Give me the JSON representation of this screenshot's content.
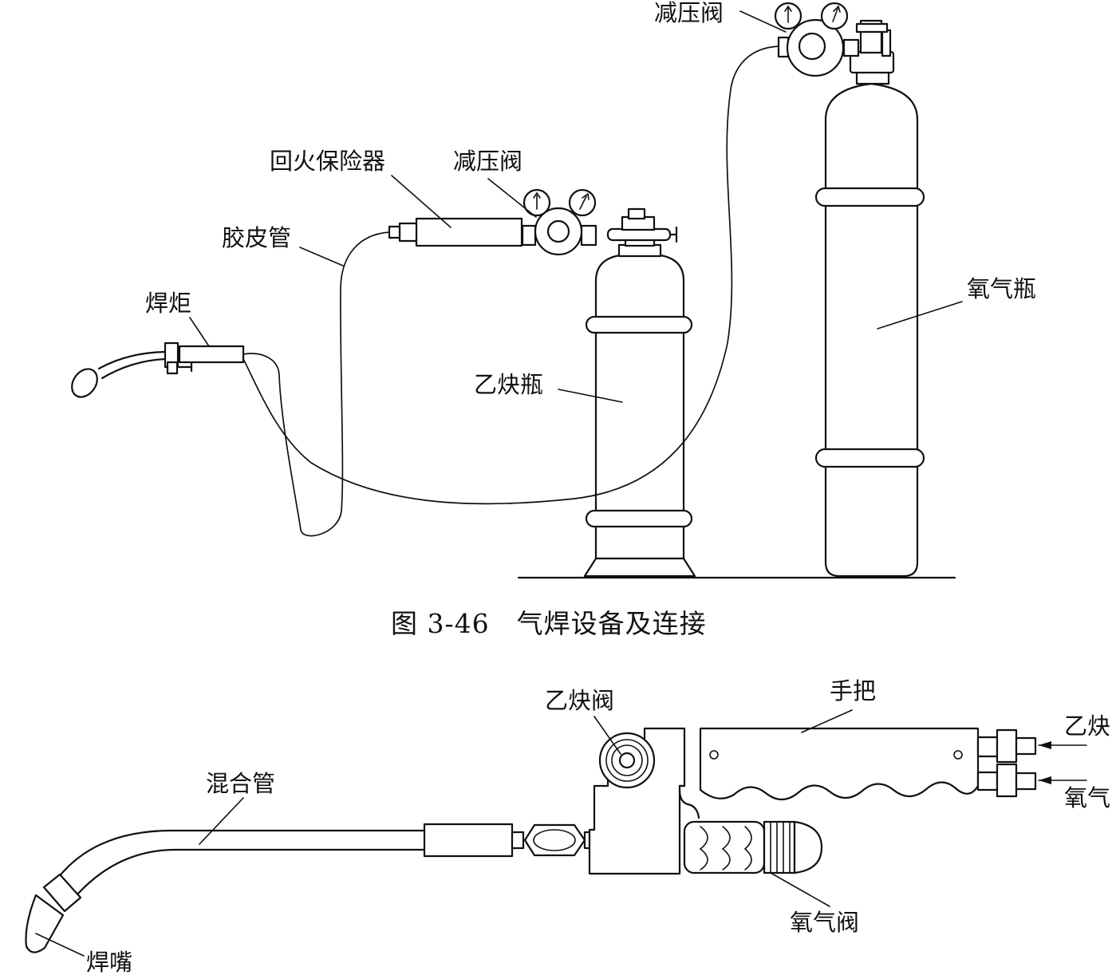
{
  "figure1": {
    "caption": "图 3-46　气焊设备及连接",
    "labels": {
      "regulator_oxygen": "减压阀",
      "flashback_arrestor": "回火保险器",
      "regulator_acetylene": "减压阀",
      "rubber_hose": "胶皮管",
      "torch": "焊炬",
      "oxygen_cylinder": "氧气瓶",
      "acetylene_cylinder": "乙炔瓶"
    }
  },
  "figure2": {
    "labels": {
      "acetylene_valve": "乙炔阀",
      "handle": "手把",
      "acetylene_inlet": "乙炔",
      "oxygen_inlet": "氧气",
      "mixing_tube": "混合管",
      "oxygen_valve": "氧气阀",
      "tip": "焊嘴"
    }
  }
}
